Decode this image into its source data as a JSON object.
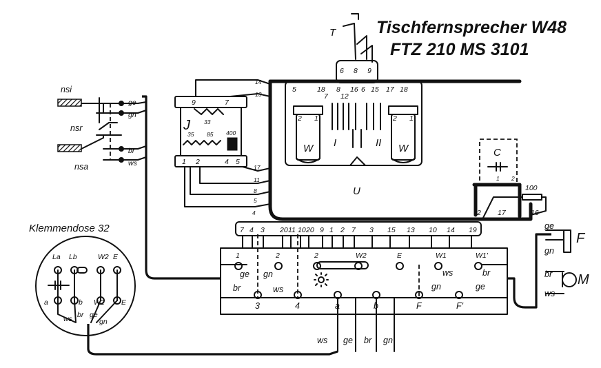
{
  "title": {
    "line1": "Tischfernsprecher W48",
    "line2": "FTZ 210  MS 3101"
  },
  "klemmendose": {
    "title": "Klemmendose 32",
    "terminals": [
      "La",
      "Lb",
      "W2",
      "E",
      "a",
      "b",
      "W2",
      "E"
    ],
    "wires": [
      "ws",
      "br",
      "ge",
      "gn"
    ]
  },
  "switch": {
    "labels": [
      "nsi",
      "nsr",
      "nsa"
    ],
    "wires": [
      "ge",
      "gn",
      "br",
      "ws"
    ]
  },
  "transformer": {
    "label": "J",
    "top_terminals": [
      "9",
      "7"
    ],
    "bottom_terminals": [
      "1",
      "2",
      "4",
      "5"
    ],
    "windings": [
      "33",
      "35",
      "85",
      "400"
    ],
    "side_numbers": [
      "14",
      "13",
      "17",
      "11",
      "8",
      "5",
      "4"
    ]
  },
  "ringer": {
    "coil_label": "W",
    "hook_labels": [
      "I",
      "II"
    ],
    "bell_label": "U",
    "top_numbers": [
      "6",
      "8",
      "9"
    ],
    "contact_numbers": [
      "5",
      "18",
      "7",
      "8",
      "12",
      "16",
      "6",
      "15",
      "17",
      "18"
    ],
    "coil_terminals": [
      "2",
      "1",
      "2",
      "1"
    ],
    "hook_symbol": "T"
  },
  "capacitor": {
    "label": "C",
    "terminals": [
      "1",
      "2"
    ],
    "resistor": "100",
    "wire_numbers": [
      "2",
      "17",
      "16"
    ]
  },
  "terminal_strip": {
    "top_numbers": [
      "7",
      "4",
      "3",
      "20",
      "11",
      "10",
      "20",
      "9",
      "1",
      "2",
      "7",
      "3",
      "15",
      "13",
      "10",
      "14",
      "19"
    ],
    "row1": [
      "1",
      "2",
      "2",
      "W2",
      "E",
      "W1",
      "W1'"
    ],
    "row2": [
      "3",
      "4",
      "a",
      "b",
      "F",
      "F'"
    ],
    "inner_wires": [
      "ge",
      "br",
      "gn",
      "ws",
      "ws",
      "br",
      "gn",
      "ge"
    ],
    "bottom_wires": [
      "ws",
      "ge",
      "br",
      "gn"
    ],
    "left_wire_number": "4"
  },
  "handset": {
    "wires": [
      "ge",
      "gn",
      "br",
      "ws"
    ],
    "receiver": "F",
    "mic": "M"
  }
}
